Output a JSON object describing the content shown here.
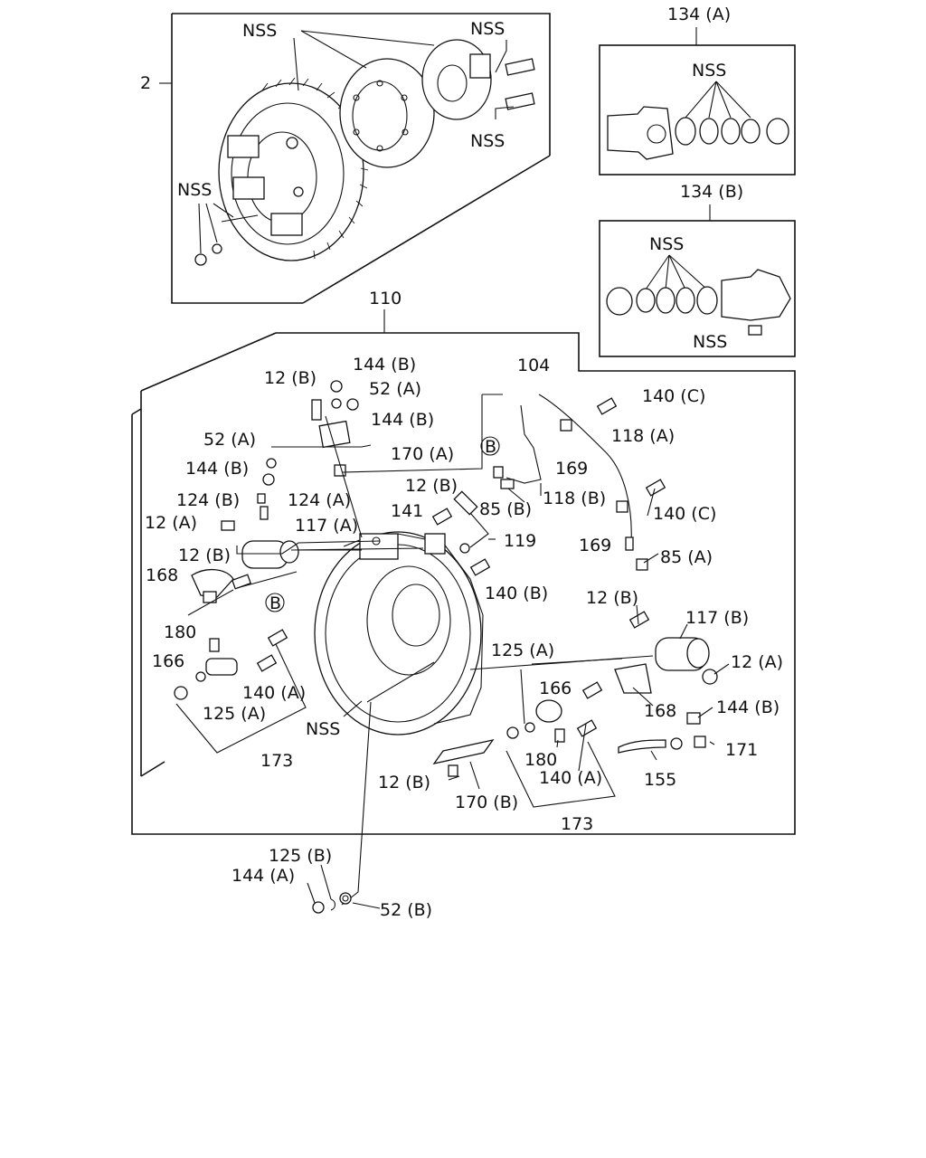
{
  "diagram": {
    "label_2": "2",
    "label_110": "110",
    "nss": "NSS",
    "inset_a": {
      "title": "134 (A)",
      "nss": "NSS"
    },
    "inset_b": {
      "title": "134 (B)",
      "nss": "NSS",
      "nss2": "NSS"
    },
    "top_group": {
      "nss1": "NSS",
      "nss2": "NSS",
      "nss3": "NSS"
    },
    "callouts": {
      "c12b_1": "12 (B)",
      "c144b_1": "144 (B)",
      "c52a_1": "52 (A)",
      "c144b_2": "144 (B)",
      "c104": "104",
      "c140c_1": "140 (C)",
      "c118a": "118 (A)",
      "c52a_2": "52 (A)",
      "c170a": "170 (A)",
      "c144b_3": "144 (B)",
      "cB_1": "B",
      "c169_1": "169",
      "c124b": "124 (B)",
      "c124a": "124 (A)",
      "c12b_2": "12 (B)",
      "c85b": "85 (B)",
      "c118b": "118 (B)",
      "c140c_2": "140 (C)",
      "c12a_1": "12 (A)",
      "c117a": "117 (A)",
      "c141": "141",
      "c119": "119",
      "c169_2": "169",
      "c85a": "85 (A)",
      "c12b_3": "12 (B)",
      "c168_1": "168",
      "c140b": "140 (B)",
      "cB_2": "B",
      "c12b_4": "12 (B)",
      "c117b": "117 (B)",
      "c180_1": "180",
      "c125a_1": "125 (A)",
      "c12a_2": "12 (A)",
      "c166_1": "166",
      "c166_2": "166",
      "c140a_1": "140 (A)",
      "c125a_2": "125 (A)",
      "c168_2": "168",
      "c144b_4": "144 (B)",
      "cNSS_main": "NSS",
      "c171": "171",
      "c173_1": "173",
      "c180_2": "180",
      "c140a_2": "140 (A)",
      "c155": "155",
      "c12b_5": "12 (B)",
      "c170b": "170 (B)",
      "c173_2": "173",
      "c125b": "125 (B)",
      "c144a": "144 (A)",
      "c52b": "52 (B)"
    }
  }
}
